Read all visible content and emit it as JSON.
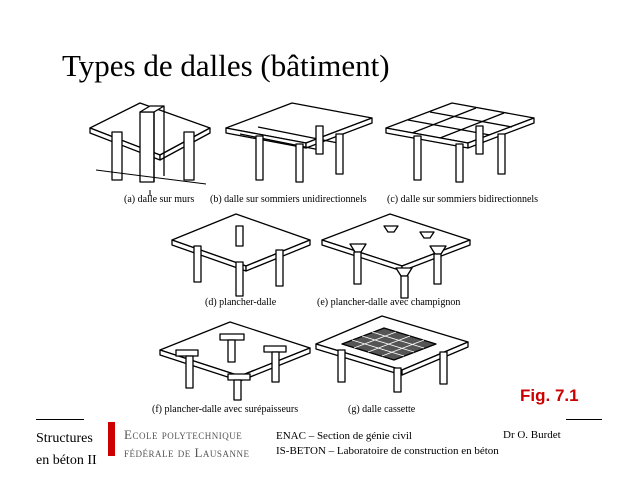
{
  "title": "Types de dalles (bâtiment)",
  "captions": {
    "a": "(a) dalle sur murs",
    "b": "(b) dalle sur sommiers unidirectionnels",
    "c": "(c) dalle sur sommiers bidirectionnels",
    "d": "(d) plancher-dalle",
    "e": "(e) plancher-dalle avec champignon",
    "f": "(f) plancher-dalle avec surépaisseurs",
    "g": "(g) dalle cassette"
  },
  "figure_label": "Fig. 7.1",
  "footer": {
    "course_line1": "Structures",
    "course_line2": "en béton II",
    "school_line1": "Ecole polytechnique",
    "school_line2": "fédérale de Lausanne",
    "dept_line1": "ENAC – Section de génie civil",
    "dept_line2": "IS-BETON – Laboratoire de construction en béton",
    "author": "Dr O. Burdet"
  },
  "colors": {
    "accent_red": "#cc0000"
  }
}
